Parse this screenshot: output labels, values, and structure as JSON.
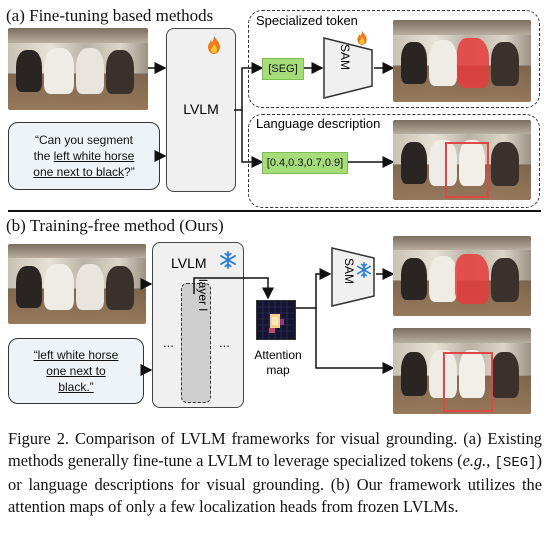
{
  "panel_a": {
    "title": "(a) Fine-tuning based methods",
    "model_label": "LVLM",
    "model_icon": "fire-icon",
    "specialized": {
      "box_title": "Specialized token",
      "token": "[SEG]",
      "decoder_label": "SAM",
      "decoder_icon": "fire-icon"
    },
    "language": {
      "box_title": "Language description",
      "output": "[0.4,0.3,0.7,0.9]"
    },
    "query": {
      "line1_prefix": "“Can you segment",
      "line2_prefix": "the ",
      "line2_underlined": "left white horse",
      "line3_underlined": "one next to black",
      "line3_suffix": "?”"
    }
  },
  "panel_b": {
    "title": "(b) Training-free method (Ours)",
    "model_label": "LVLM",
    "model_icon": "snowflake-icon",
    "layer_label": "layer l",
    "dots_left": "...",
    "dots_right": "...",
    "attention_label_line1": "Attention",
    "attention_label_line2": "map",
    "decoder_label": "SAM",
    "decoder_icon": "snowflake-icon",
    "query": {
      "line1": "“left white horse",
      "line2": "one next to",
      "line3": "black.”"
    }
  },
  "caption": {
    "label": "Figure 2.",
    "text_a": " Comparison of LVLM frameworks for visual grounding. (a) Existing methods generally fine-tune a LVLM to leverage specialized tokens (",
    "eg": "e.g.",
    "text_b": ", ",
    "seg": "[SEG]",
    "text_c": ") or language descriptions for visual grounding. (b) Our framework utilizes the attention maps of only a few localization heads from frozen LVLMs."
  },
  "colors": {
    "token_green": "#a6dd7a",
    "mask_red": "#e04848",
    "snowflake_blue": "#2a7fd6",
    "fire_orange": "#f07a1a"
  }
}
